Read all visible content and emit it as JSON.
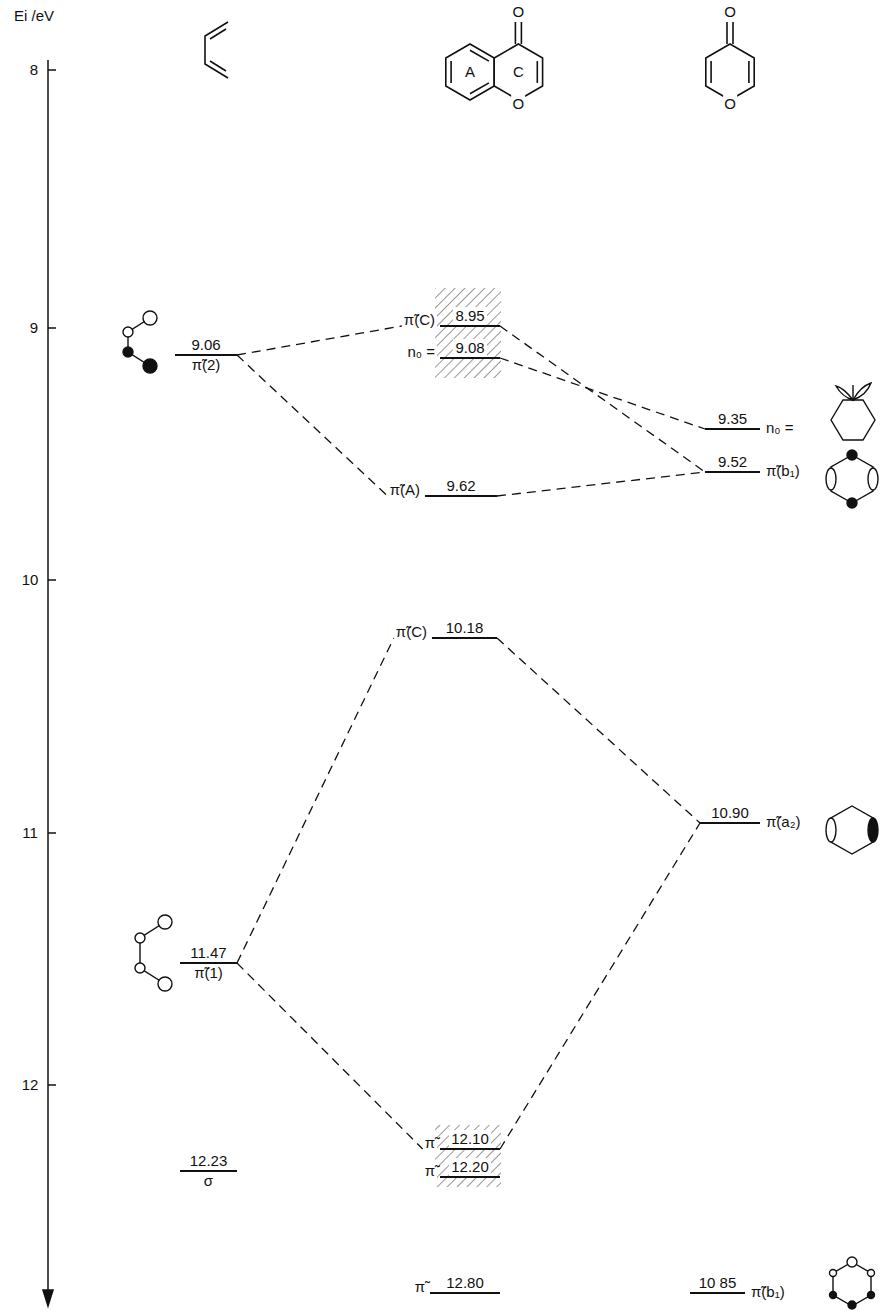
{
  "diagram": {
    "nodes": [
      {
        "text": [
          "9.06",
          "π̃(2)"
        ]
      },
      {
        "text": [
          "π̃(C)",
          "8.95"
        ]
      },
      {
        "text": [
          "n₀ =",
          "9.08"
        ]
      },
      {
        "text": [
          "9.35",
          "n₀ ="
        ]
      },
      {
        "text": [
          "9.52",
          "π̃(b₁)"
        ]
      },
      {
        "text": [
          "π̃(A)",
          "9.62"
        ]
      },
      {
        "text": [
          "π̃(C)",
          "10.18"
        ]
      },
      {
        "text": [
          "10.90",
          "π̃(a₂)"
        ]
      },
      {
        "text": [
          "11.47",
          "π̃(1)"
        ]
      },
      {
        "text": [
          "π̃",
          "12.10"
        ]
      },
      {
        "text": [
          "π̃",
          "12.20"
        ]
      },
      {
        "text": [
          "12.23",
          "σ"
        ]
      },
      {
        "text": [
          "π̃",
          "12.80"
        ]
      },
      {
        "text": [
          "10 85",
          "π̃(b₁)"
        ]
      }
    ],
    "edges": [
      {
        "from": 0,
        "to": 1,
        "arrow": "none"
      },
      {
        "from": 0,
        "to": 5,
        "arrow": "none"
      },
      {
        "from": 1,
        "to": 4,
        "arrow": "none"
      },
      {
        "from": 2,
        "to": 3,
        "arrow": "none"
      },
      {
        "from": 5,
        "to": 4,
        "arrow": "none"
      },
      {
        "from": 8,
        "to": 6,
        "arrow": "none"
      },
      {
        "from": 8,
        "to": 9,
        "arrow": "none"
      },
      {
        "from": 6,
        "to": 7,
        "arrow": "none"
      },
      {
        "from": 9,
        "to": 7,
        "arrow": "none"
      }
    ],
    "labels": [
      "Ei /eV",
      "8",
      "9",
      "10",
      "11",
      "12",
      "O",
      "O",
      "A",
      "C",
      "O",
      "O"
    ]
  }
}
